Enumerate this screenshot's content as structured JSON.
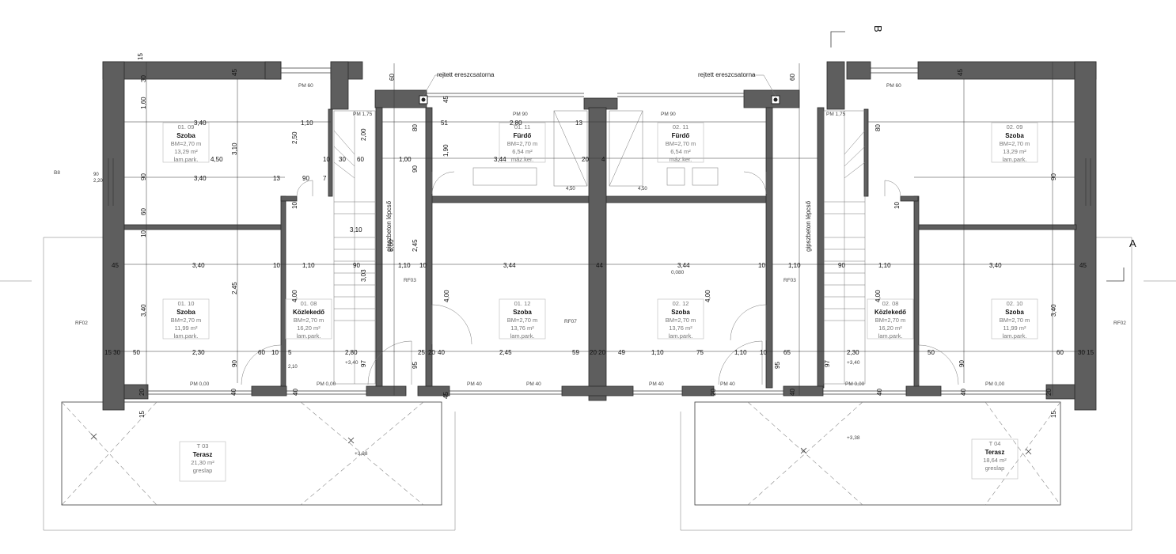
{
  "sections": {
    "a": "A",
    "b": "B"
  },
  "annotations": {
    "gutter_left": "rejtett ereszcsatorna",
    "gutter_right": "rejtett ereszcsatorna",
    "pipe_left": "gipszbeton lépcső",
    "pipe_right": "gipszbeton lépcső",
    "level_1": "+3,40",
    "level_2": "+3,40",
    "level_3": "+3,38",
    "level_4": "+3,38",
    "mid_value": "0,080",
    "pm90_a": "PM 90",
    "pm90_b": "PM 90",
    "pm175_a": "PM 1,75",
    "pm175_b": "PM 1,75",
    "pm60_a": "PM 60",
    "pm60_b": "PM 60",
    "pm000_a": "PM 0,00",
    "pm000_b": "PM 0,00",
    "pm000_c": "PM 0,00",
    "pm000_d": "PM 0,00",
    "pm40_a": "PM 40",
    "pm40_b": "PM 40",
    "pm40_c": "PM 40",
    "pm40_d": "PM 40",
    "rf02_a": "RF02",
    "rf02_b": "RF02",
    "rf03_a": "RF03",
    "rf03_b": "RF03",
    "rf07": "RF07",
    "b8": "B8"
  },
  "rooms": [
    {
      "id": "01. 09",
      "name": "Szoba",
      "line1": "BM=2,70 m",
      "line2": "13,29 m²",
      "line3": "lam.park."
    },
    {
      "id": "01. 11",
      "name": "Fürdő",
      "line1": "BM=2,70 m",
      "line2": "6,54 m²",
      "line3": "máz.ker."
    },
    {
      "id": "02. 11",
      "name": "Fürdő",
      "line1": "BM=2,70 m",
      "line2": "6,54 m²",
      "line3": "máz.ker."
    },
    {
      "id": "02. 09",
      "name": "Szoba",
      "line1": "BM=2,70 m",
      "line2": "13,29 m²",
      "line3": "lam.park."
    },
    {
      "id": "01. 10",
      "name": "Szoba",
      "line1": "BM=2,70 m",
      "line2": "11,99 m²",
      "line3": "lam.park."
    },
    {
      "id": "01. 08",
      "name": "Közlekedő",
      "line1": "BM=2,70 m",
      "line2": "16,20 m²",
      "line3": "lam.park."
    },
    {
      "id": "01. 12",
      "name": "Szoba",
      "line1": "BM=2,70 m",
      "line2": "13,76 m²",
      "line3": "lam.park."
    },
    {
      "id": "02. 12",
      "name": "Szoba",
      "line1": "BM=2,70 m",
      "line2": "13,76 m²",
      "line3": "lam.park."
    },
    {
      "id": "02. 08",
      "name": "Közlekedő",
      "line1": "BM=2,70 m",
      "line2": "16,20 m²",
      "line3": "lam.park."
    },
    {
      "id": "02. 10",
      "name": "Szoba",
      "line1": "BM=2,70 m",
      "line2": "11,99 m²",
      "line3": "lam.park."
    },
    {
      "id": "T 03",
      "name": "Terasz",
      "line1": "21,30 m²",
      "line2": "greslap",
      "line3": ""
    },
    {
      "id": "T 04",
      "name": "Terasz",
      "line1": "18,64 m²",
      "line2": "greslap",
      "line3": ""
    }
  ],
  "dims": {
    "d15a": "15",
    "d30a": "30",
    "d160a": "1,60",
    "d45a": "45",
    "d340a": "3,40",
    "d110a": "1,10",
    "d250a": "2,50",
    "d310a": "3,10",
    "d450a": "4,50",
    "d10a": "10",
    "d30b": "30",
    "d60a": "60",
    "d100a": "1,00",
    "d280a": "2,80",
    "d13a": "13",
    "d344a": "3,44",
    "d20a": "20",
    "d4a": "4",
    "d190a": "1,90",
    "d80a": "80",
    "d51a": "51",
    "d90a": "90",
    "d200a": "2,00",
    "d90b": "90",
    "d340b": "3,40",
    "d13b": "13",
    "d90c": "90",
    "d7a": "7",
    "d60b": "60",
    "d10b": "10",
    "d310b": "3,10",
    "d600a": "6,00",
    "d245a": "2,45",
    "d303a": "3,03",
    "d45b": "45",
    "d340c": "3,40",
    "d10c": "10",
    "d110b": "1,10",
    "d90d": "90",
    "d110c": "1,10",
    "d10d": "10",
    "d344b": "3,44",
    "d44a": "44",
    "d344c": "3,44",
    "d10e": "10",
    "d110d": "1,10",
    "d90e": "90",
    "d110e": "1,10",
    "d340d": "3,40",
    "d45c": "45",
    "d245b": "2,45",
    "d400a": "4,00",
    "d400b": "4,00",
    "d400c": "4,00",
    "d400d": "4,00",
    "d340e": "3,40",
    "d340f": "3,40",
    "d1530a": "15 30",
    "d50a": "50",
    "d230a": "2,30",
    "d60c": "60",
    "d10f": "10",
    "d5a": "5",
    "d280b": "2,80",
    "d25a": "25",
    "d20b": "20",
    "d40a": "40",
    "d245c": "2,45",
    "d59a": "59",
    "d2020a": "20 20",
    "d49a": "49",
    "d110f": "1,10",
    "d75a": "75",
    "d110g": "1,10",
    "d10g": "10",
    "d65a": "65",
    "d230b": "2,30",
    "d50b": "50",
    "d60d": "60",
    "d3015a": "30 15",
    "d90f": "90",
    "d97a": "97",
    "d95a": "95",
    "d95b": "95",
    "d97b": "97",
    "d90g": "90",
    "d80b": "80",
    "d90h": "90",
    "d10h": "10",
    "d10i": "10",
    "d20c": "20",
    "d40b": "40",
    "d40c": "40",
    "d45d": "45",
    "d40d": "40",
    "d20d": "20",
    "d40e": "40",
    "d40f": "40",
    "d20e": "20",
    "d15b": "15",
    "d15c": "15",
    "d90i": "90",
    "d210a": "2,10",
    "d220a": "2,20",
    "d60e": "60",
    "d60f": "60",
    "d451a": "4,50",
    "d451b": "4,50",
    "d45e": "45",
    "d45f": "45"
  }
}
